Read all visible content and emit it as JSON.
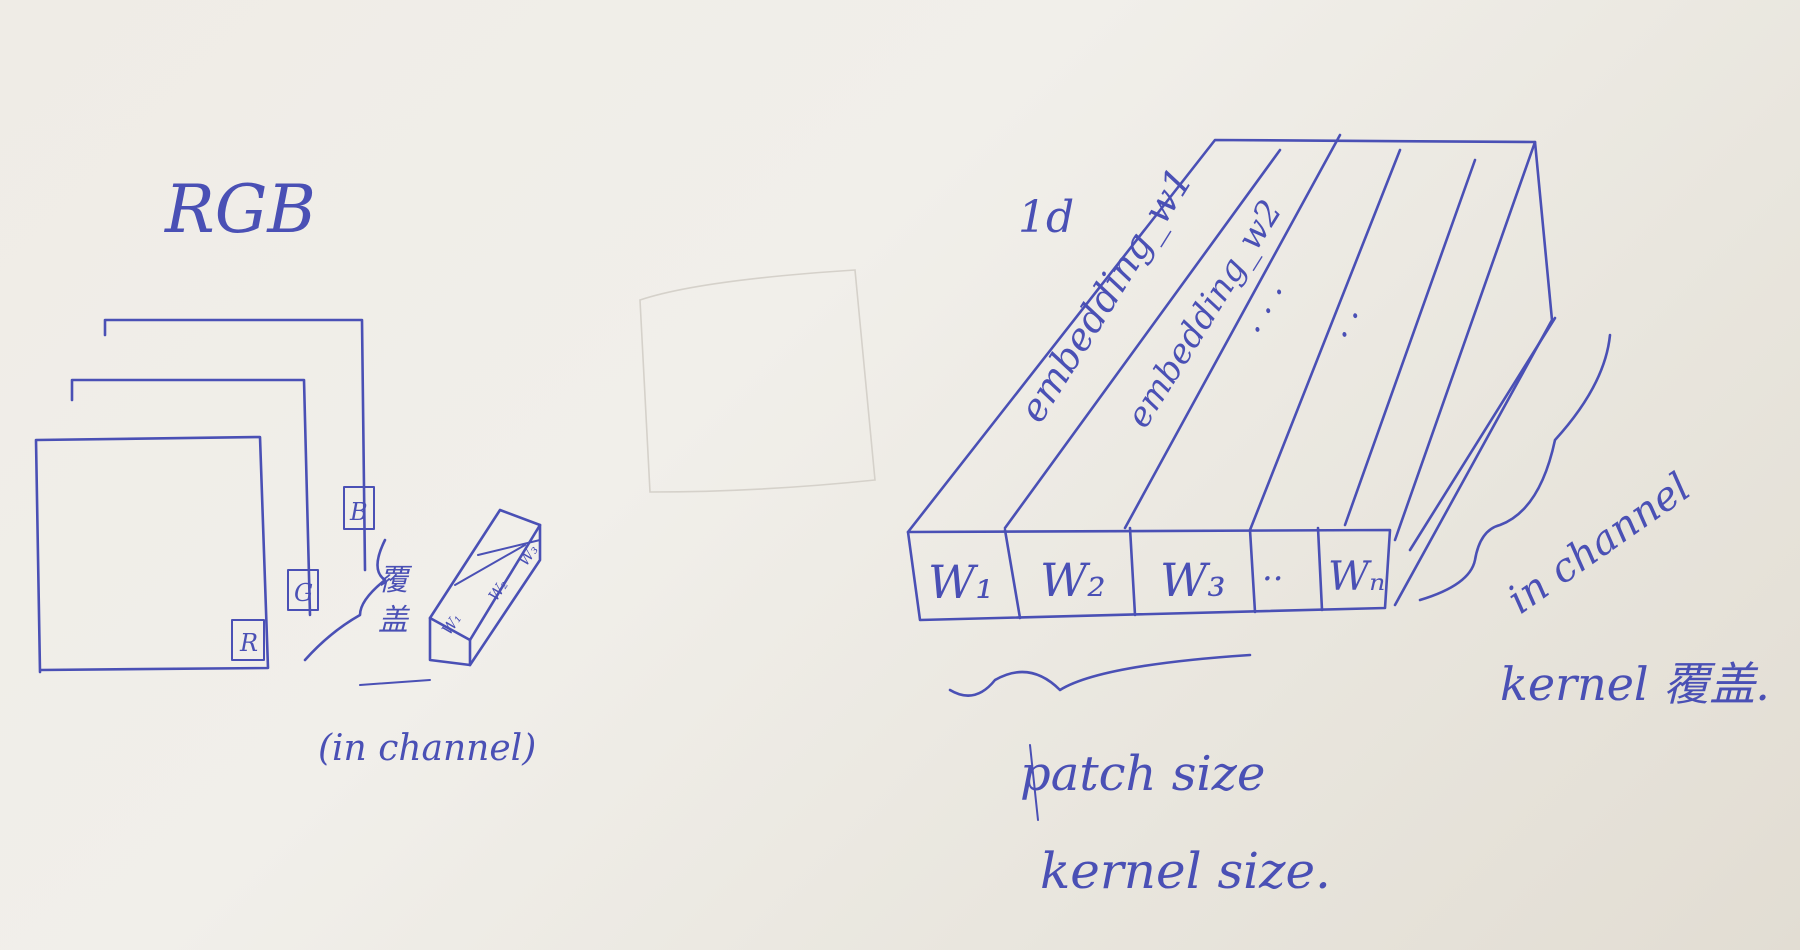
{
  "colors": {
    "ink": "#4a50b5",
    "paper": "#efece6"
  },
  "left": {
    "title": "RGB",
    "channel_labels": [
      "R",
      "G",
      "B"
    ],
    "kernel_labels": [
      "W₁",
      "W₂",
      "W₃"
    ],
    "cover_label": "覆盖",
    "caption": "(in channel)"
  },
  "right": {
    "corner_label": "1d",
    "embedding_labels": [
      "embedding_w1",
      "embedding_w2"
    ],
    "ellipses": [
      "· · ·",
      "· ·"
    ],
    "cells": [
      "W₁",
      "W₂",
      "W₃",
      "··",
      "Wₙ"
    ],
    "patch_caption": "patch size",
    "kernel_size_caption": "kernel size.",
    "in_channel_caption": "in channel",
    "kernel_cover_caption": "kernel 覆盖."
  }
}
